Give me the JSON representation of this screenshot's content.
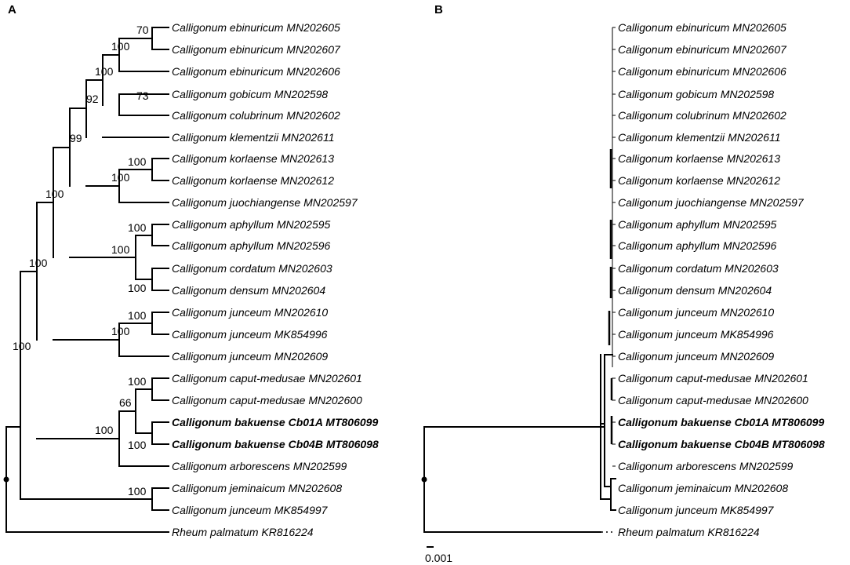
{
  "panels": {
    "a_label": "A",
    "b_label": "B"
  },
  "taxa": [
    {
      "name": "Calligonum ebinuricum MN202605",
      "bold": false
    },
    {
      "name": "Calligonum ebinuricum MN202607",
      "bold": false
    },
    {
      "name": "Calligonum ebinuricum MN202606",
      "bold": false
    },
    {
      "name": "Calligonum gobicum MN202598",
      "bold": false
    },
    {
      "name": "Calligonum colubrinum MN202602",
      "bold": false
    },
    {
      "name": "Calligonum klementzii MN202611",
      "bold": false
    },
    {
      "name": "Calligonum korlaense MN202613",
      "bold": false
    },
    {
      "name": "Calligonum korlaense MN202612",
      "bold": false
    },
    {
      "name": "Calligonum juochiangense MN202597",
      "bold": false
    },
    {
      "name": "Calligonum aphyllum MN202595",
      "bold": false
    },
    {
      "name": "Calligonum aphyllum MN202596",
      "bold": false
    },
    {
      "name": "Calligonum cordatum MN202603",
      "bold": false
    },
    {
      "name": "Calligonum densum MN202604",
      "bold": false
    },
    {
      "name": "Calligonum junceum MN202610",
      "bold": false
    },
    {
      "name": "Calligonum junceum MK854996",
      "bold": false
    },
    {
      "name": "Calligonum junceum MN202609",
      "bold": false
    },
    {
      "name": "Calligonum caput-medusae MN202601",
      "bold": false
    },
    {
      "name": "Calligonum caput-medusae MN202600",
      "bold": false
    },
    {
      "name": "Calligonum bakuense Cb01A MT806099",
      "bold": true
    },
    {
      "name": "Calligonum bakuense Cb04B MT806098",
      "bold": true
    },
    {
      "name": "Calligonum arborescens MN202599",
      "bold": false
    },
    {
      "name": "Calligonum jeminaicum MN202608",
      "bold": false
    },
    {
      "name": "Calligonum junceum MK854997",
      "bold": false
    },
    {
      "name": "Rheum palmatum KR816224",
      "bold": false
    }
  ],
  "support_values": {
    "ebinuricum_605_607": "70",
    "ebinuricum_clade": "100",
    "gobicum_colubrinum": "73",
    "ebinuricum_gobicum": "100",
    "with_klementzii": "92",
    "korlaense": "100",
    "korlaense_juochiangense": "100",
    "upper_group": "99",
    "aphyllum": "100",
    "aphyllum_cordatum_densum": "100",
    "cordatum_densum": "100",
    "upper_with_aphyllum": "100",
    "junceum_610_996": "100",
    "junceum_clade": "100",
    "main_clade": "100",
    "caput_medusae": "100",
    "caput_bakuense": "66",
    "bakuense": "100",
    "with_arborescens": "100",
    "jeminaicum_junceum": "100",
    "ingroup": "100"
  },
  "scale_bar": {
    "label": "0.001"
  }
}
